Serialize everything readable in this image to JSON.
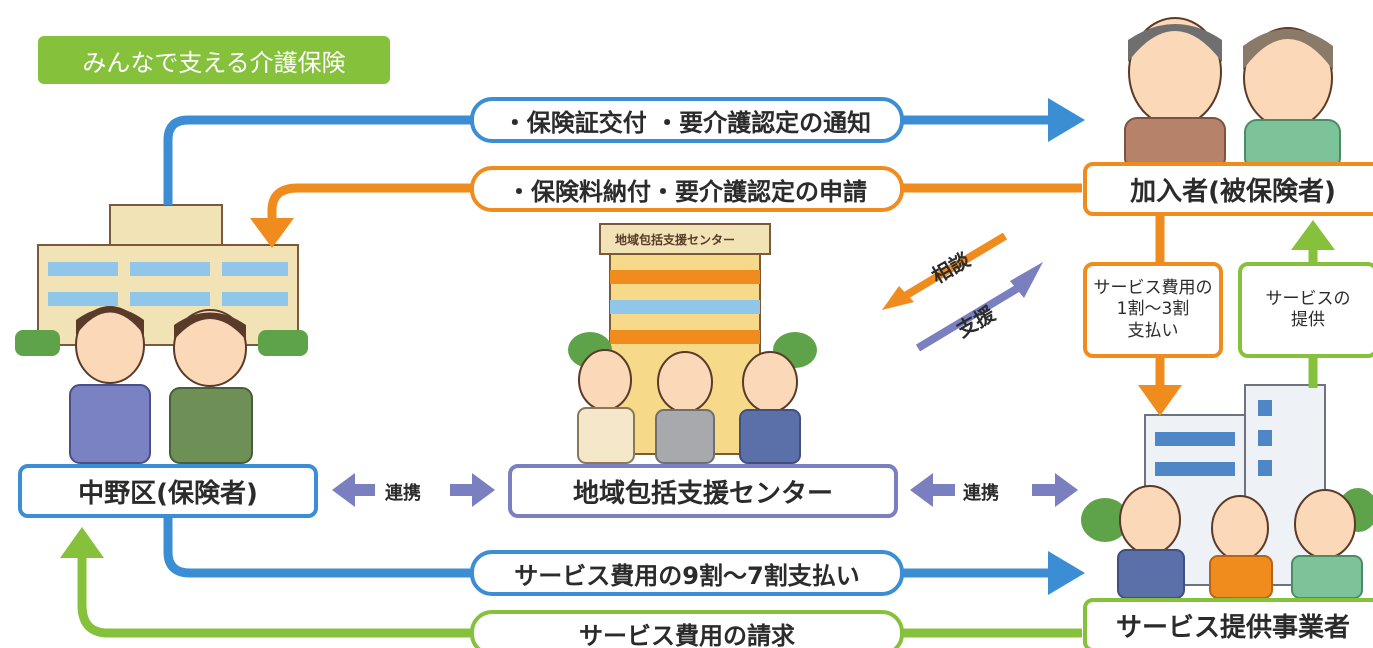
{
  "title": "みんなで支える介護保険",
  "colors": {
    "blue": "#3b8ed4",
    "orange": "#f08c1e",
    "green": "#86c13c",
    "purple": "#7a7fc0",
    "title_bg": "#86c13c",
    "text": "#2b2b2b"
  },
  "nodes": {
    "insurer": "中野区(保険者)",
    "center": "地域包括支援センター",
    "member": "加入者(被保険者)",
    "provider": "サービス提供事業者",
    "center_sign": "地域包括支援センター"
  },
  "flows": {
    "notice": "・保険証交付 ・要介護認定の通知",
    "application": "・保険料納付・要介護認定の申請",
    "payment_9_7": "サービス費用の9割〜7割支払い",
    "billing": "サービス費用の請求",
    "copay": "サービス費用の\n1割〜3割\n支払い",
    "service": "サービスの\n提供",
    "consult": "相談",
    "support": "支援",
    "link_left": "連携",
    "link_right": "連携"
  },
  "icons": [
    "office-building-icon",
    "clinic-building-icon",
    "care-facility-building-icon",
    "people-illustration-icon"
  ]
}
